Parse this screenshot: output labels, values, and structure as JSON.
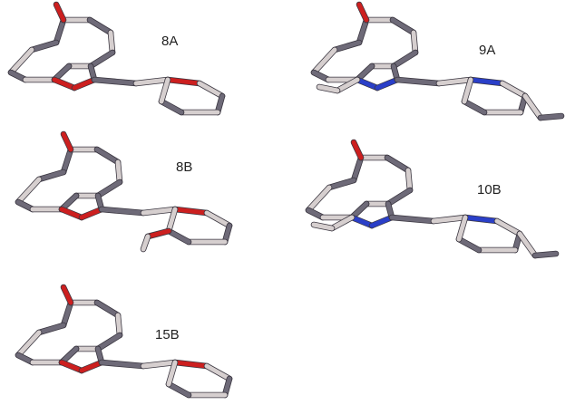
{
  "colors": {
    "carbon_dark": "#6e6a78",
    "carbon_light": "#d6cfcf",
    "oxygen": "#cc1f1f",
    "nitrogen": "#2a3fc8",
    "label": "#222222"
  },
  "panels": [
    {
      "id": "8A",
      "label": "8A",
      "substituent": "none",
      "heteroatom": "oxygen"
    },
    {
      "id": "9A",
      "label": "9A",
      "substituent": "propyl",
      "heteroatom": "nitrogen"
    },
    {
      "id": "8B",
      "label": "8B",
      "substituent": "hydroxy",
      "heteroatom": "oxygen"
    },
    {
      "id": "10B",
      "label": "10B",
      "substituent": "propyl",
      "heteroatom": "nitrogen"
    },
    {
      "id": "15B",
      "label": "15B",
      "substituent": "none",
      "heteroatom": "oxygen"
    }
  ]
}
